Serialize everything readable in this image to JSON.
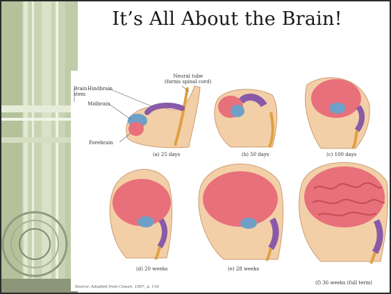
{
  "slide": {
    "title": "It’s All About the Brain!"
  },
  "figure": {
    "labels": {
      "brain_stem": "Brain\nstem",
      "hindbrain": "Hindbrain",
      "midbrain": "Midbrain",
      "forebrain": "Forebrain",
      "neural_tube": "Neural tube\n(forms spinal cord)"
    },
    "captions": [
      "(a) 25 days",
      "(b) 50 days",
      "(c) 100 days",
      "(d) 20 weeks",
      "(e) 28 weeks",
      "(f) 36 weeks (full term)"
    ],
    "source": "Source: Adapted from Cowan, 1997, p. 116"
  },
  "colors": {
    "cortex": "#e8707a",
    "midbrain": "#6fa0c8",
    "hindbrain": "#8a5aa8",
    "skin": "#f3cfa8",
    "spinal": "#e0a040"
  }
}
